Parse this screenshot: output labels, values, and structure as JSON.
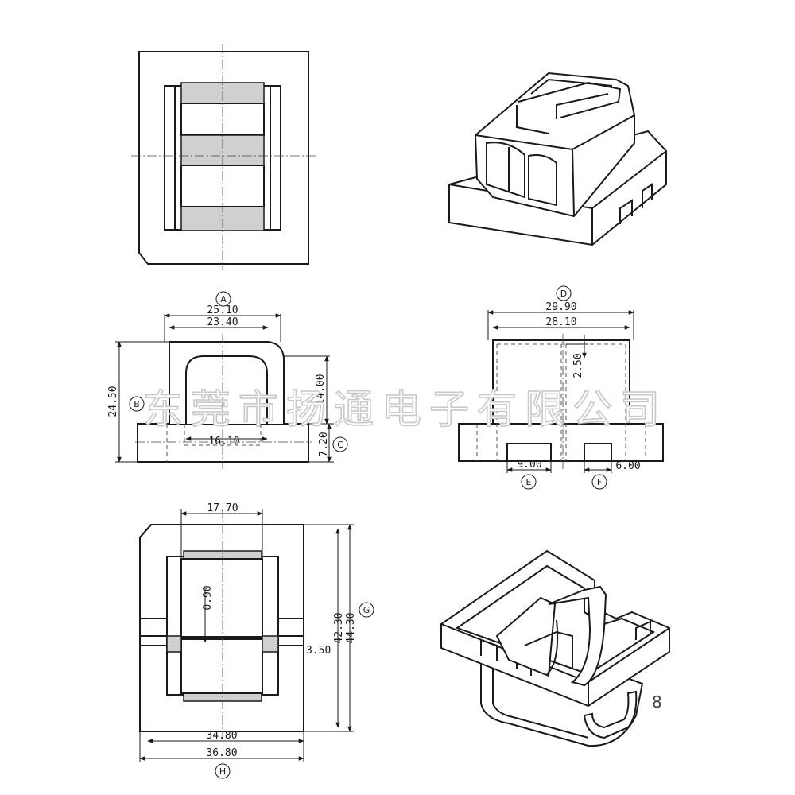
{
  "watermark": "东莞市扬通电子有限公司",
  "page_number": "8",
  "front_view": {
    "ref_a": "A",
    "ref_b": "B",
    "ref_c": "C",
    "dim_a": "25.10",
    "dim_inner_width": "23.40",
    "dim_b": "24.50",
    "dim_c": "7.20",
    "dim_slot_height": "14.00",
    "dim_base_slot": "16.10"
  },
  "side_view": {
    "ref_d": "D",
    "ref_e": "E",
    "ref_f": "F",
    "dim_d": "29.90",
    "dim_inner_width": "28.10",
    "dim_top_offset": "2.50",
    "dim_e": "9.00",
    "dim_f": "6.00"
  },
  "bottom_view": {
    "ref_g": "G",
    "ref_h": "H",
    "dim_top_width": "17.70",
    "dim_gap": "0.90",
    "dim_mid_height": "3.50",
    "dim_inner_height": "42.30",
    "dim_g": "44.30",
    "dim_inner_width": "34.80",
    "dim_h": "36.80"
  }
}
